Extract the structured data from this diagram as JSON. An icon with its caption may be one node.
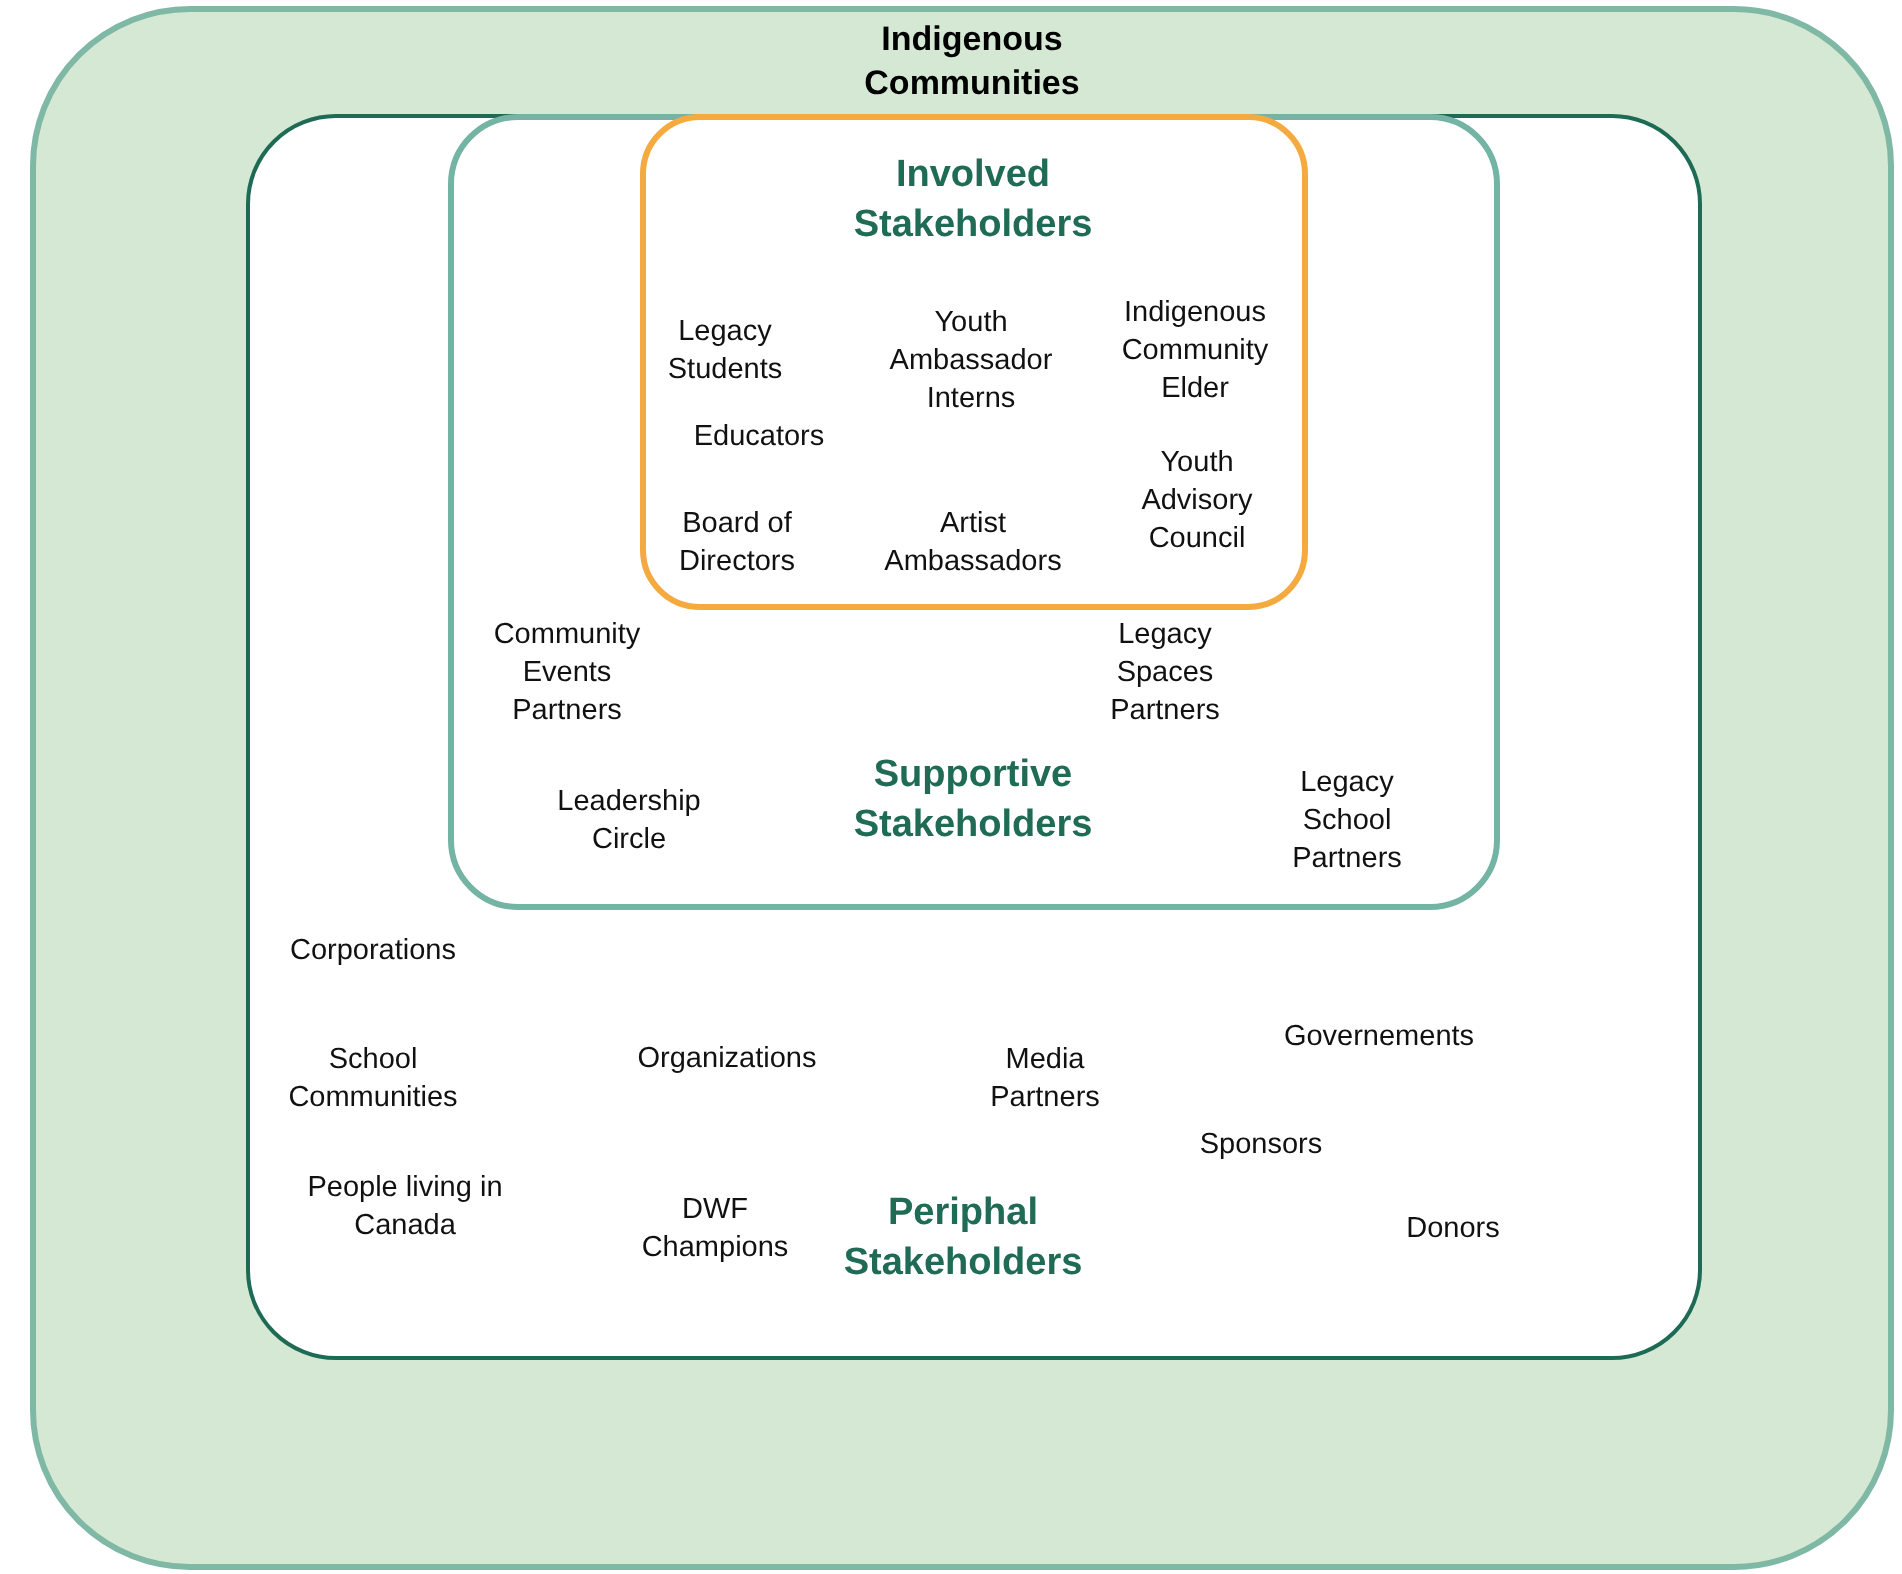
{
  "diagram": {
    "nodes": [
      {
        "text": [
          "Indigenous Communities"
        ]
      },
      {
        "text": [
          "Corporations",
          "School Communities",
          "Organizations",
          "Media Partners",
          "Governements",
          "Sponsors",
          "People living in Canada",
          "DWF Champions",
          "Periphal Stakeholders",
          "Donors"
        ],
        "in": 0
      },
      {
        "text": [
          "Community Events Partners",
          "Legacy Spaces Partners",
          "Leadership Circle",
          "Supportive Stakeholders",
          "Legacy School Partners"
        ],
        "in": 1
      },
      {
        "text": [
          "Involved Stakeholders",
          "Legacy Students",
          "Youth Ambassador Interns",
          "Indigenous Community Elder",
          "Educators",
          "Youth Advisory Council",
          "Board of Directors",
          "Artist Ambassadors"
        ],
        "in": 2
      }
    ]
  }
}
